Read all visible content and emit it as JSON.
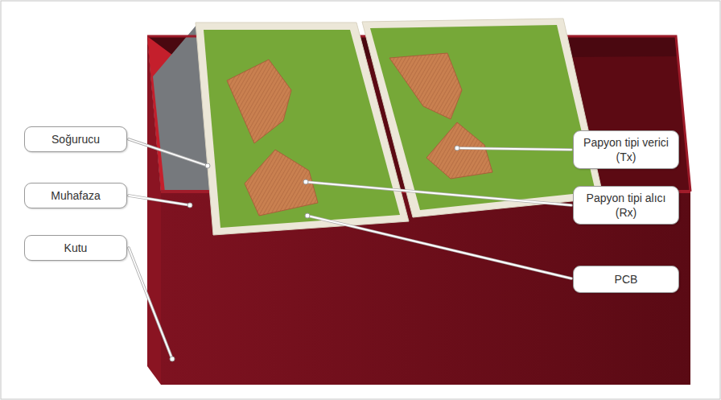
{
  "diagram": {
    "nodes": [
      {
        "text": [
          "Soğurucu"
        ]
      },
      {
        "text": [
          "Papyon tipi verici (Tx)"
        ]
      },
      {
        "text": [
          "Muhafaza"
        ]
      },
      {
        "text": [
          "Papyon tipi alıcı (Rx)"
        ]
      },
      {
        "text": [
          "Kutu"
        ]
      },
      {
        "text": [
          "PCB"
        ]
      }
    ]
  }
}
